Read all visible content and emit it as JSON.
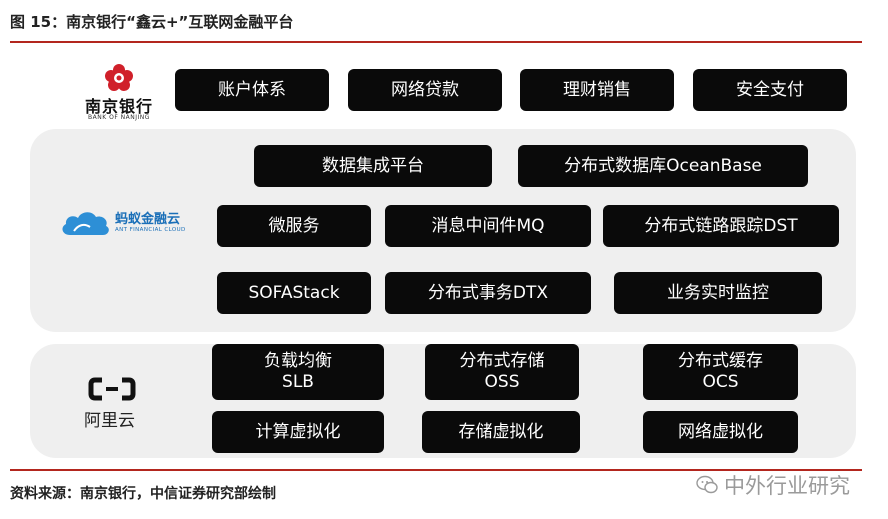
{
  "title": "图 15：南京银行“鑫云+”互联网金融平台",
  "source": "资料来源：南京银行，中信证券研究部绘制",
  "watermark": "中外行业研究",
  "bank": {
    "name": "南京银行",
    "name_en": "BANK OF NANJING",
    "services": [
      "账户体系",
      "网络贷款",
      "理财销售",
      "安全支付"
    ]
  },
  "ant": {
    "name": "蚂蚁金融云",
    "name_en": "ANT FINANCIAL CLOUD",
    "row1": [
      "数据集成平台",
      "分布式数据库OceanBase"
    ],
    "row2": [
      "微服务",
      "消息中间件MQ",
      "分布式链路跟踪DST"
    ],
    "row3": [
      "SOFAStack",
      "分布式事务DTX",
      "业务实时监控"
    ]
  },
  "aliyun": {
    "name": "阿里云",
    "row1": [
      {
        "line1": "负载均衡",
        "line2": "SLB"
      },
      {
        "line1": "分布式存储",
        "line2": "OSS"
      },
      {
        "line1": "分布式缓存",
        "line2": "OCS"
      }
    ],
    "row2": [
      "计算虚拟化",
      "存储虚拟化",
      "网络虚拟化"
    ]
  },
  "colors": {
    "accent_rule": "#b3261e",
    "box": "#0a0a0a",
    "band": "#efefef",
    "bank_red": "#d0202a",
    "ant_blue": "#2d8fd6"
  }
}
